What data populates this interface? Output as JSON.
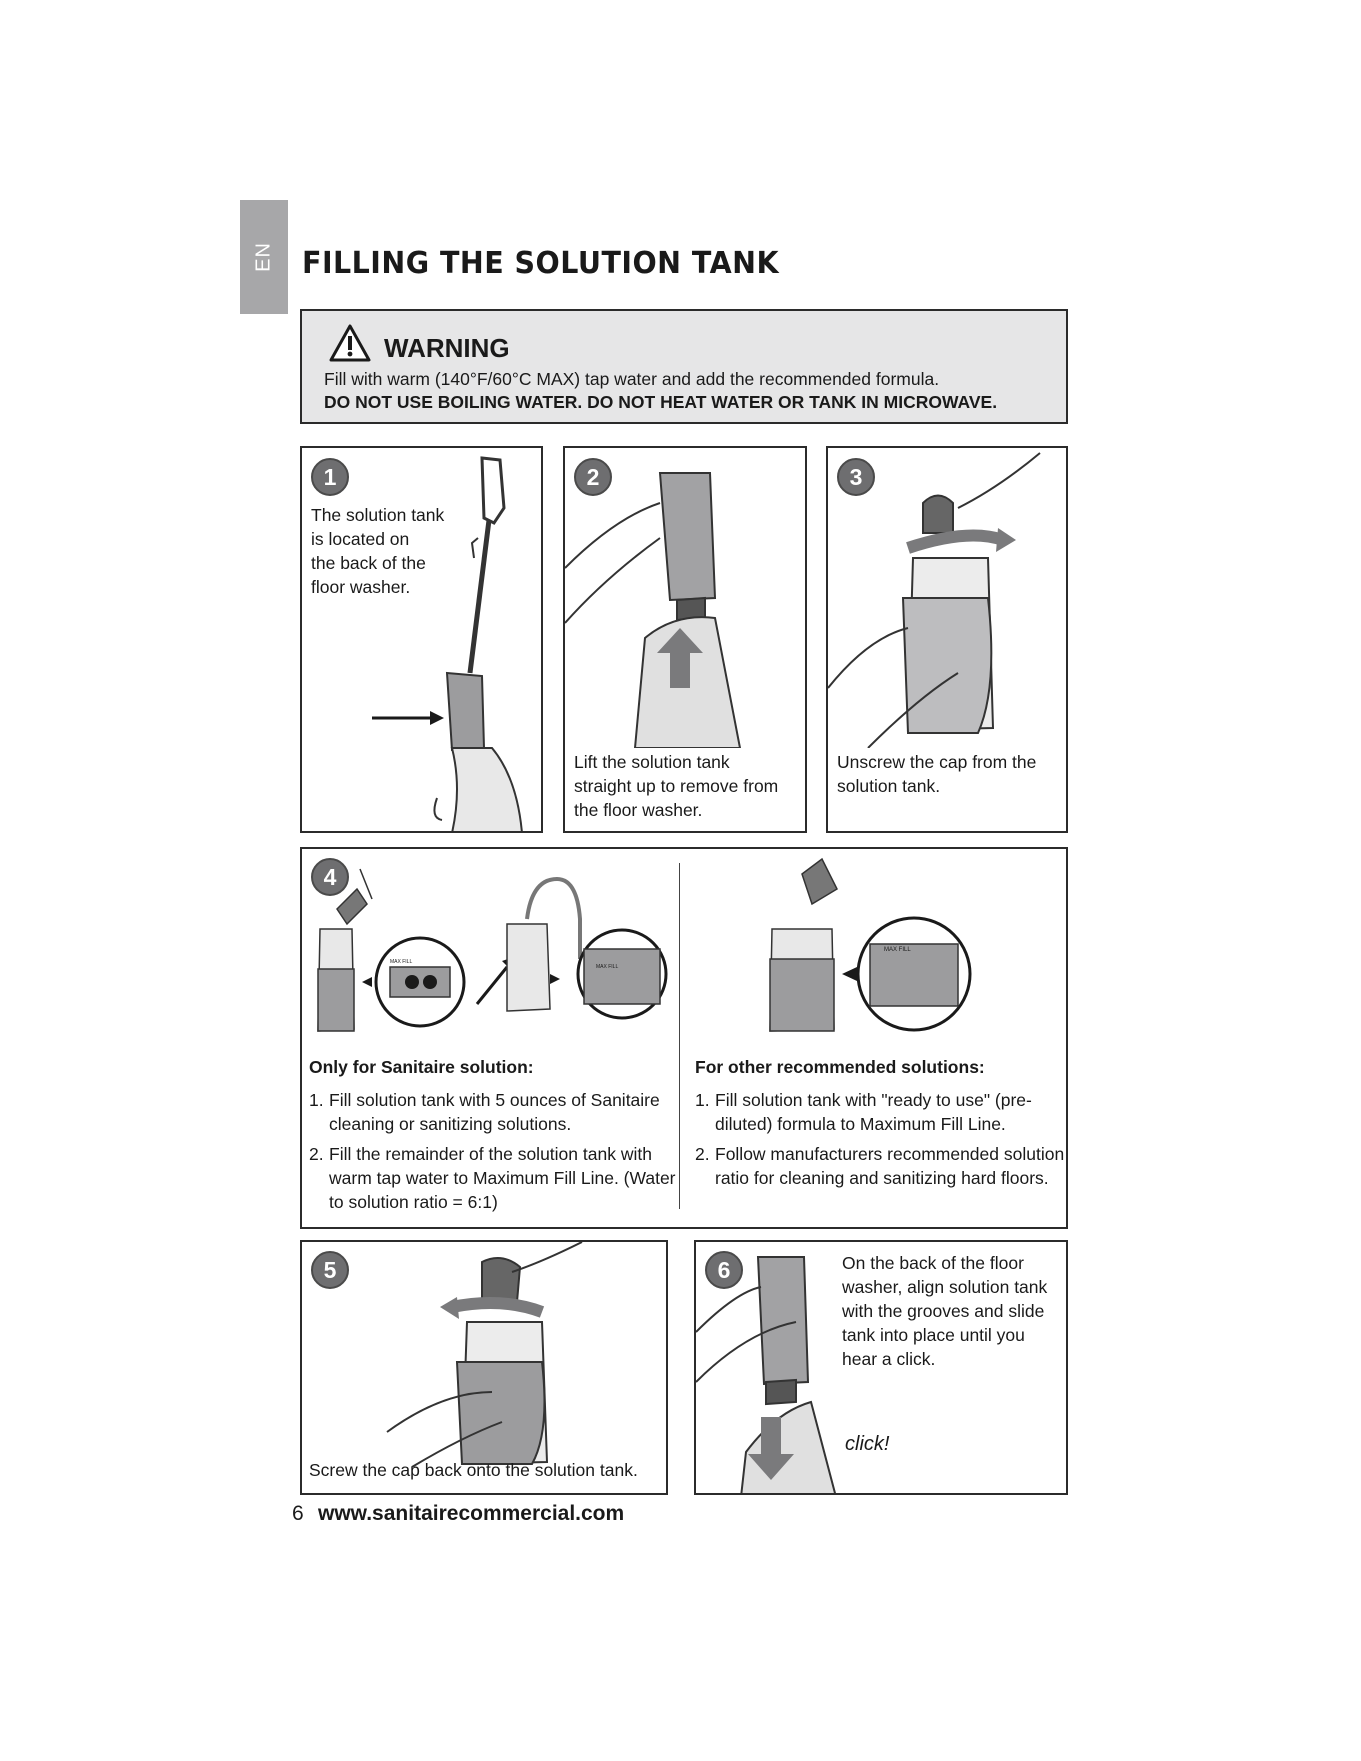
{
  "lang_tab": "EN",
  "page_title": "FILLING THE SOLUTION TANK",
  "warning": {
    "title": "WARNING",
    "line1": "Fill with warm (140°F/60°C MAX) tap water and add the recommended formula.",
    "line2": "DO NOT USE BOILING WATER. DO NOT HEAT WATER OR TANK IN MICROWAVE."
  },
  "steps": {
    "s1": {
      "number": "1",
      "text": [
        "The solution tank",
        "is located on",
        "the back of the",
        "floor washer."
      ]
    },
    "s2": {
      "number": "2",
      "text": [
        "Lift the solution tank",
        "straight up to remove from",
        "the floor washer."
      ]
    },
    "s3": {
      "number": "3",
      "text": [
        "Unscrew the cap from the",
        "solution tank."
      ]
    },
    "s4": {
      "number": "4",
      "max_fill_label": "MAX FILL",
      "left": {
        "heading": "Only for Sanitaire solution:",
        "items": [
          {
            "n": "1.",
            "text": "Fill solution tank with 5 ounces of Sanitaire cleaning or sanitizing solutions."
          },
          {
            "n": "2.",
            "text": "Fill the remainder of the solution tank with warm tap water to Maximum Fill Line. (Water to solution ratio = 6:1)"
          }
        ]
      },
      "right": {
        "heading": "For other recommended solutions:",
        "items": [
          {
            "n": "1.",
            "text": "Fill solution tank with \"ready to use\" (pre-diluted) formula to Maximum Fill Line."
          },
          {
            "n": "2.",
            "text": "Follow manufacturers recommended solution ratio for cleaning and sanitizing hard floors."
          }
        ]
      }
    },
    "s5": {
      "number": "5",
      "text": "Screw the cap back onto the solution tank."
    },
    "s6": {
      "number": "6",
      "text": [
        "On the back of the floor",
        "washer, align solution tank",
        "with the grooves and slide",
        "tank into place until you",
        "hear a click."
      ],
      "click": "click!"
    }
  },
  "footer": {
    "page_number": "6",
    "url": "www.sanitairecommercial.com"
  }
}
